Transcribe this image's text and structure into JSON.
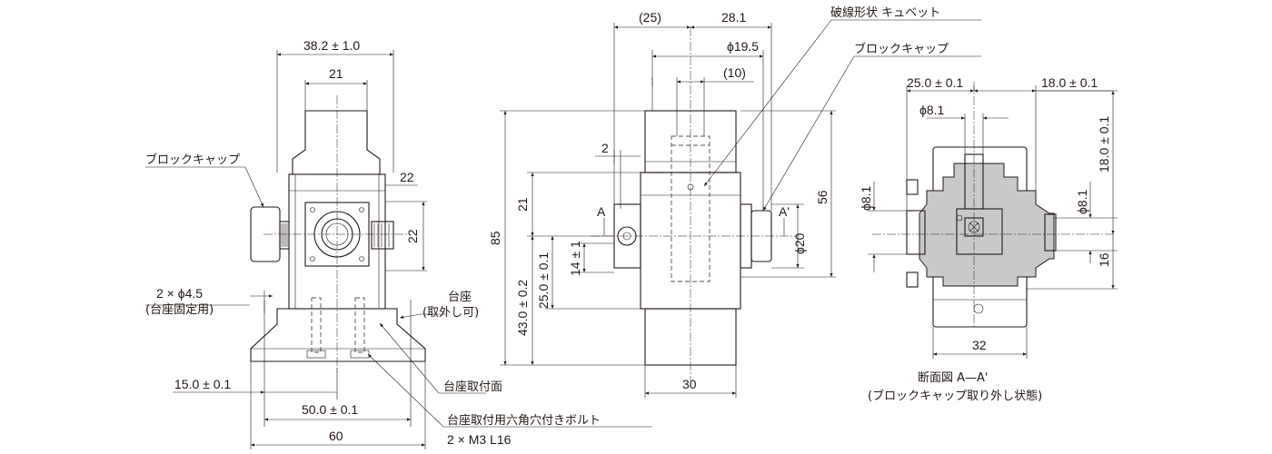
{
  "left_view": {
    "top_width": "38.2 ± 1.0",
    "head_width": "21",
    "side_small": "22",
    "side_height": "22",
    "block_cap": "ブロックキャップ",
    "holes": "2 × ϕ4.5",
    "holes_note": "(台座固定用)",
    "base_label": "台座",
    "base_note": "(取外し可)",
    "mount_face": "台座取付面",
    "bolt_label": "台座取付用六角穴付きボルト",
    "bolt_spec": "2 × M3 L16",
    "offset": "15.0 ± 0.1",
    "pitch": "50.0 ± 0.1",
    "base_width": "60"
  },
  "middle_view": {
    "dim_25": "(25)",
    "dim_28": "28.1",
    "dim_phi195": "ϕ19.5",
    "dim_10": "(10)",
    "dim_2": "2",
    "dim_21": "21",
    "dim_14": "14 ± 1",
    "dim_25_01": "25.0 ± 0.1",
    "dim_43": "43.0 ± 0.2",
    "dim_85": "85",
    "dim_56": "56",
    "dim_phi20": "ϕ20",
    "dim_30": "30",
    "section_a": "A",
    "section_a2": "A'",
    "cuvette": "破線形状 キュベット",
    "block_cap": "ブロックキャップ"
  },
  "right_view": {
    "dim_250": "25.0 ± 0.1",
    "dim_180": "18.0 ± 0.1",
    "dim_phi81_top": "ϕ8.1",
    "dim_180_v": "18.0 ± 0.1",
    "dim_phi81_left": "ϕ8.1",
    "dim_phi81_right": "ϕ8.1",
    "dim_16": "16",
    "dim_32": "32",
    "caption1": "断面図 A—A'",
    "caption2": "(ブロックキャップ取り外し状態)"
  }
}
